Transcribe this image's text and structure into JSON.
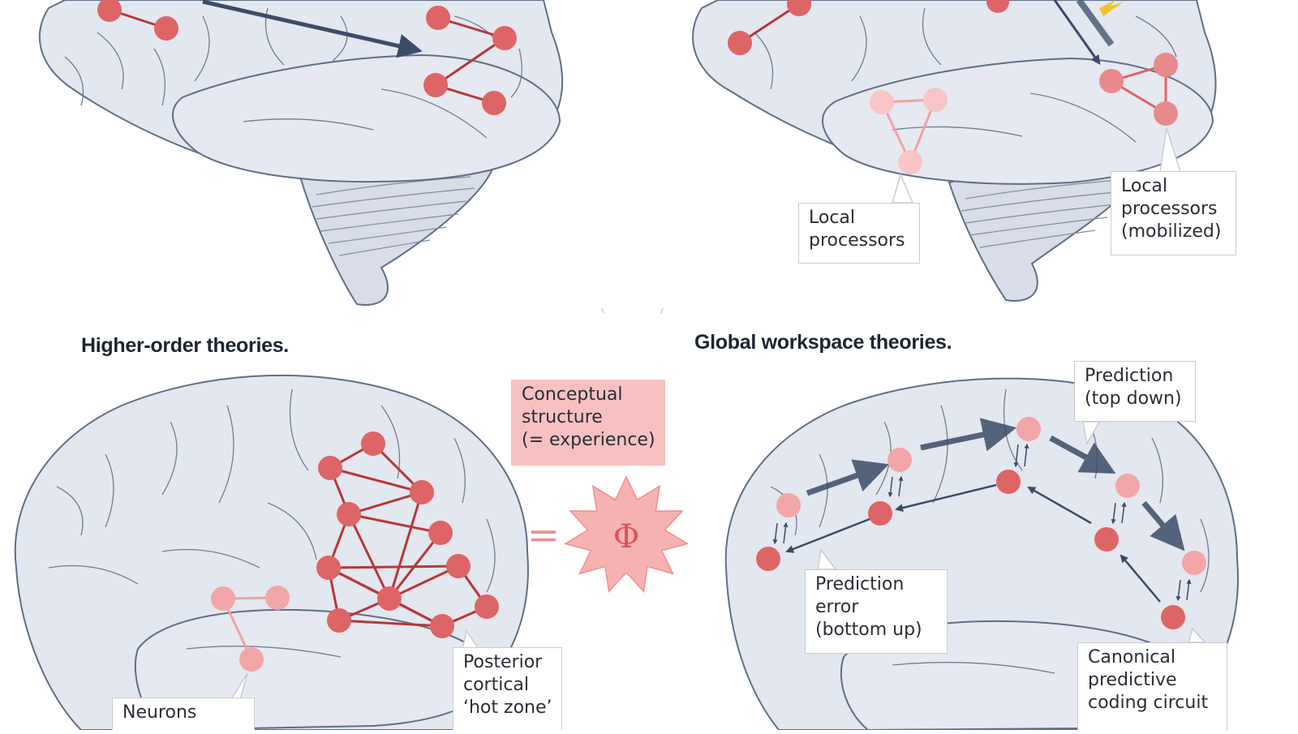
{
  "titles": {
    "higher_order": "Higher-order theories.",
    "global_workspace": "Global workspace theories."
  },
  "labels": {
    "local_processors": "Local\nprocessors",
    "local_processors_mobilized": "Local\nprocessors\n(mobilized)",
    "conceptual_structure": "Conceptual\nstructure\n(= experience)",
    "posterior_hot_zone": "Posterior\ncortical\n‘hot zone’",
    "neurons": "Neurons",
    "prediction_top_down": "Prediction\n(top down)",
    "prediction_error": "Prediction\nerror\n(bottom up)",
    "canonical_circuit": "Canonical\npredictive\ncoding circuit"
  },
  "symbols": {
    "equals": "=",
    "phi": "Φ"
  },
  "colors": {
    "brain_fill": "#e3e7ef",
    "brain_stroke": "#5f6f86",
    "node_dark": "#dd6566",
    "node_light": "#f2a6a8",
    "edge": "#b5373a",
    "arrow": "#3a4c68",
    "pink_box": "#f8c1c1",
    "phi_star": "#f6b2b1"
  },
  "icons": [
    "brain-illustration",
    "phi-star-icon",
    "lightning-icon"
  ]
}
